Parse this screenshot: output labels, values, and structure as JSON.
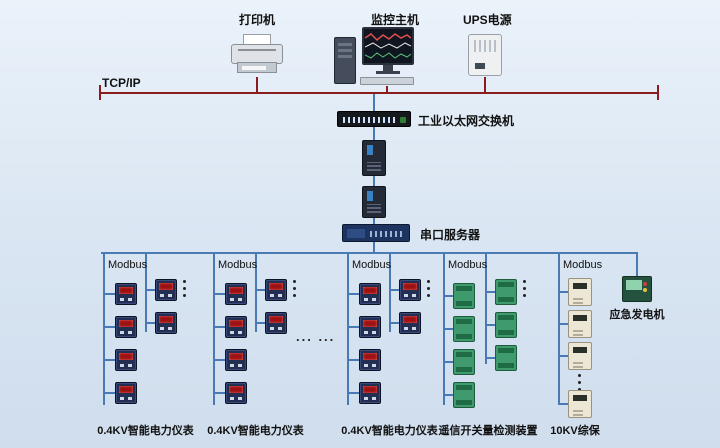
{
  "colors": {
    "tcpip_bus": "#8b1c1c",
    "modbus_bus": "#4a7ab5",
    "background": "#d9e5f2"
  },
  "top_devices": [
    {
      "label": "打印机",
      "type": "printer"
    },
    {
      "label": "监控主机",
      "type": "computer"
    },
    {
      "label": "UPS电源",
      "type": "ups"
    }
  ],
  "backbone": {
    "tcpip_label": "TCP/IP",
    "switch_label": "工业以太网交换机",
    "serial_server_label": "串口服务器"
  },
  "branches": [
    {
      "bus_label": "Modbus",
      "device_label": "0.4KV智能电力仪表"
    },
    {
      "bus_label": "Modbus",
      "device_label": "0.4KV智能电力仪表"
    },
    {
      "bus_label": "Modbus",
      "device_label": "0.4KV智能电力仪表"
    },
    {
      "bus_label": "Modbus",
      "device_label": "遥信开关量检测装置"
    },
    {
      "bus_label": "Modbus",
      "device_label": "10KV综保"
    }
  ],
  "generator": {
    "label": "应急发电机"
  },
  "ellipsis": {
    "mid": "... ..."
  }
}
